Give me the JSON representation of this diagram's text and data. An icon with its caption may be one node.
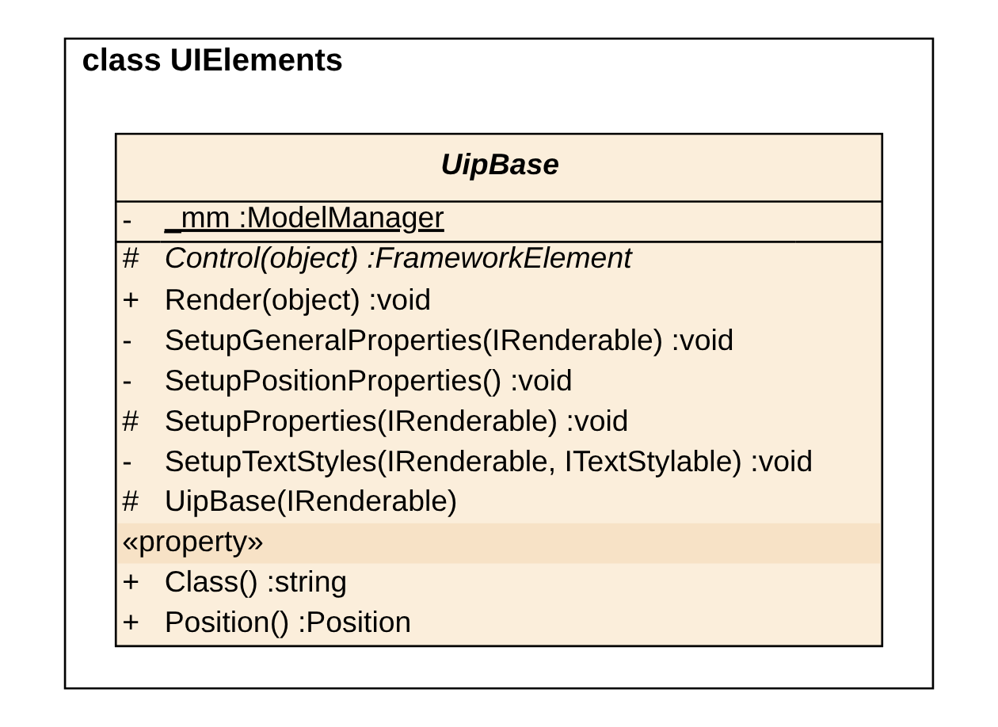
{
  "diagram": {
    "nodes": [
      {
        "text": [
          "class UIElements"
        ]
      },
      {
        "text": [
          "UipBase",
          "-  _mm :ModelManager",
          "#  Control(object) :FrameworkElement",
          "+  Render(object) :void",
          "-  SetupGeneralProperties(IRenderable) :void",
          "-  SetupPositionProperties() :void",
          "#  SetupProperties(IRenderable) :void",
          "-  SetupTextStyles(IRenderable, ITextStylable) :void",
          "#  UipBase(IRenderable)",
          "«property»",
          "+  Class() :string",
          "+  Position() :Position"
        ],
        "in": 0
      }
    ],
    "edges": []
  }
}
